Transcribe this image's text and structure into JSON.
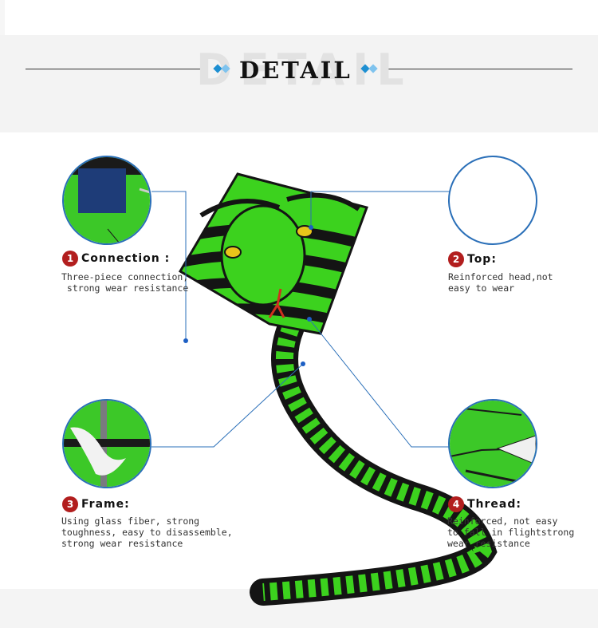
{
  "header": {
    "title": "DETAIL",
    "ghost_text": "DETAIL"
  },
  "colors": {
    "accent_blue": "#1d8fd2",
    "marker_red": "#b21e1e",
    "kite_green": "#3cd21e",
    "kite_black": "#141414",
    "leader_line": "#2a6fb8"
  },
  "features": [
    {
      "number": "1",
      "label": "Connection :",
      "lines": [
        "Three-piece connection,",
        " strong wear resistance"
      ]
    },
    {
      "number": "2",
      "label": "Top:",
      "lines": [
        "Reinforced head,not",
        "easy to wear"
      ]
    },
    {
      "number": "3",
      "label": "Frame:",
      "lines": [
        "Using glass fiber, strong",
        "toughness, easy to disassemble,",
        "strong wear resistance"
      ]
    },
    {
      "number": "4",
      "label": "Thread:",
      "lines": [
        "Reinforced, not easy",
        "to fall in flightstrong",
        "wear resistance"
      ]
    }
  ]
}
